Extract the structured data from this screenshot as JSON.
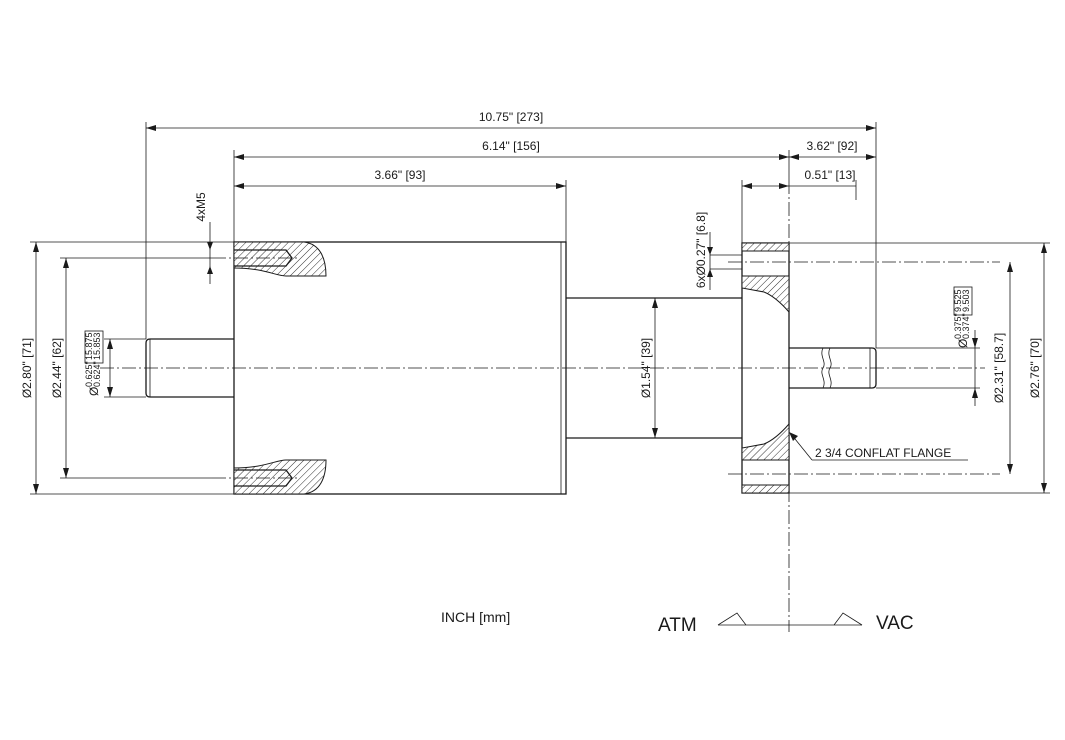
{
  "dimensions": {
    "overall_length": "10.75\" [273]",
    "body_to_flange_face": "6.14\" [156]",
    "vac_shaft_length": "3.62\" [92]",
    "housing_length": "3.66\" [93]",
    "flange_thickness": "0.51\" [13]",
    "tapped_holes": "4xM5",
    "flange_holes": "6xØ0.27\" [6.8]",
    "housing_od": "Ø2.80\" [71]",
    "bolt_circle": "Ø2.44\" [62]",
    "atm_shaft_in_upper": "0.625\"",
    "atm_shaft_in_lower": "0.624\"",
    "atm_shaft_mm_upper": "15.875",
    "atm_shaft_mm_lower": "15.853",
    "neck_diameter": "Ø1.54\" [39]",
    "vac_shaft_in_upper": "0.375\"",
    "vac_shaft_in_lower": "0.374\"",
    "vac_shaft_mm_upper": "9.525",
    "vac_shaft_mm_lower": "9.503",
    "flange_bolt_circle": "Ø2.31\" [58.7]",
    "flange_od": "Ø2.76\" [70]"
  },
  "annotations": {
    "flange_label": "2 3/4 CONFLAT FLANGE",
    "units": "INCH [mm]",
    "atm": "ATM",
    "vac": "VAC",
    "dia_symbol": "Ø"
  }
}
